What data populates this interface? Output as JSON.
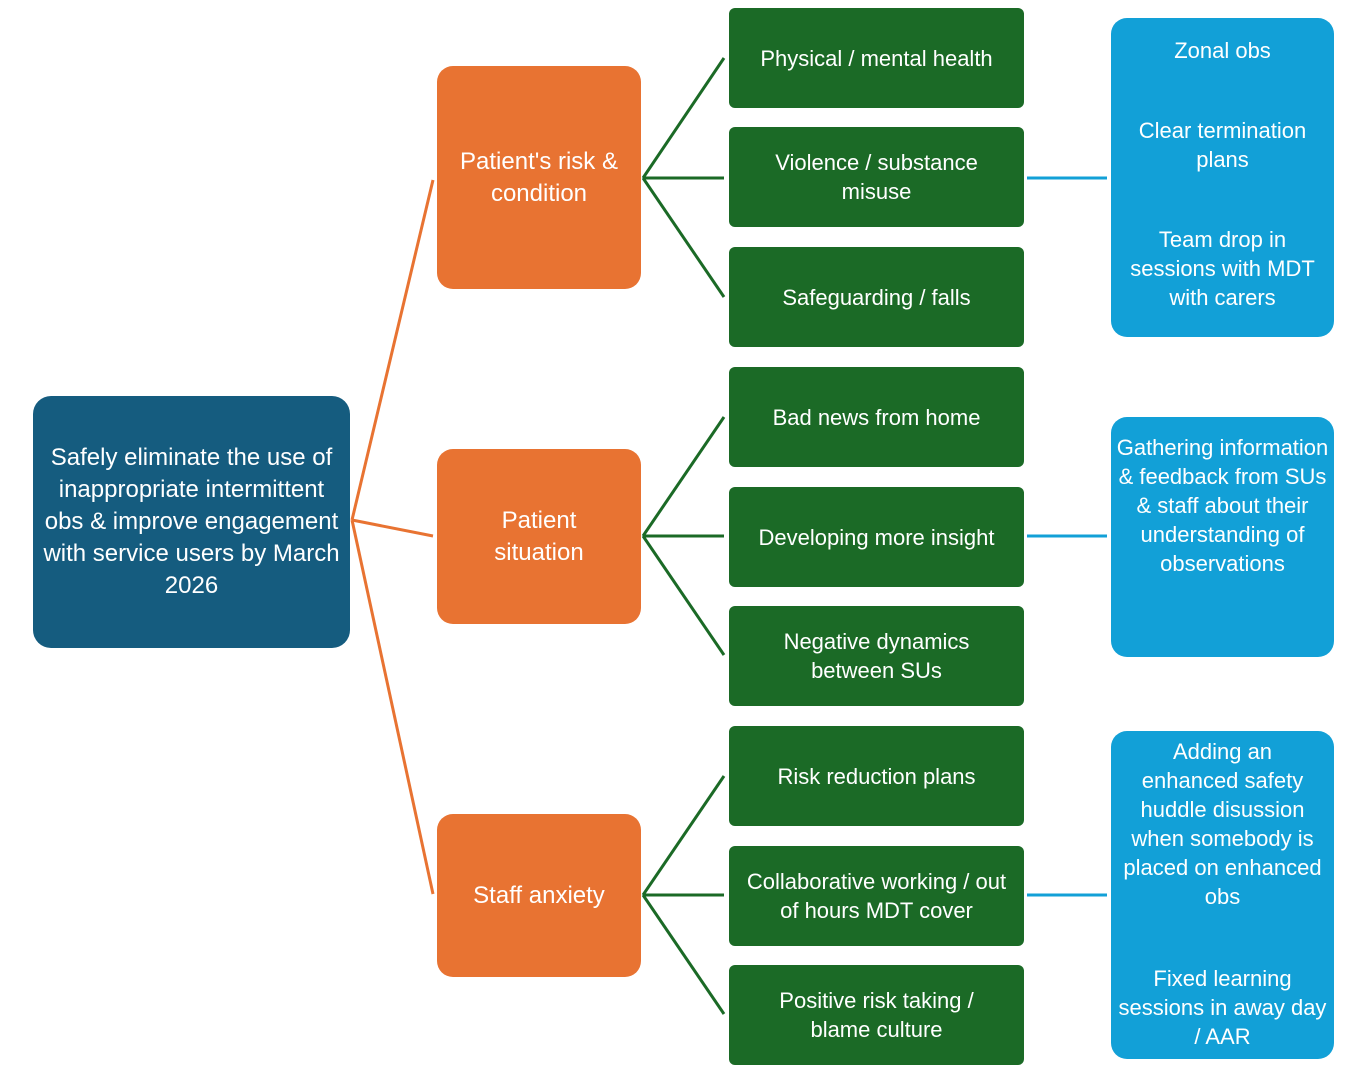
{
  "goal": {
    "text": "Safely eliminate the use of inappropriate intermittent obs & improve engagement with service users by March 2026"
  },
  "drivers": [
    {
      "label": "Patient's risk & condition",
      "factors": [
        "Physical / mental health",
        "Violence / substance misuse",
        "Safeguarding / falls"
      ],
      "actions": [
        "Zonal obs",
        "Clear termination plans",
        "Team drop in sessions with MDT with carers"
      ]
    },
    {
      "label": "Patient situation",
      "factors": [
        "Bad news from home",
        "Developing more insight",
        "Negative dynamics between SUs"
      ],
      "actions": [
        "Gathering information & feedback from SUs & staff about their understanding of observations"
      ]
    },
    {
      "label": "Staff anxiety",
      "factors": [
        "Risk reduction plans",
        "Collaborative working / out of hours MDT cover",
        "Positive risk taking / blame culture"
      ],
      "actions": [
        "Adding an enhanced safety huddle disussion when somebody is placed on enhanced obs",
        "Fixed learning sessions in away day / AAR"
      ]
    }
  ],
  "colors": {
    "goal": "#155c7f",
    "driver": "#e87332",
    "factor": "#1b6a26",
    "action": "#12a0d7"
  }
}
